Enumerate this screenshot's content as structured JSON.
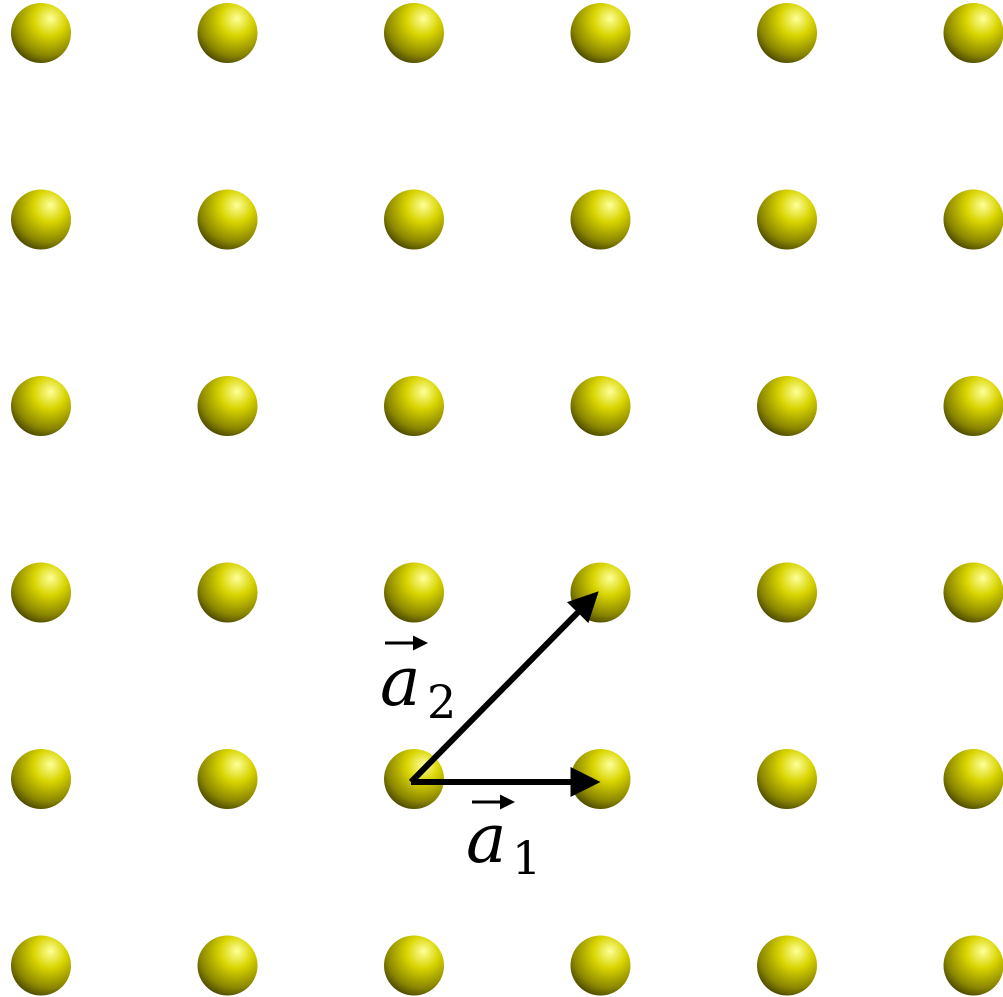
{
  "lattice": {
    "rows": 6,
    "cols": 6,
    "atom_color": "#d8d400",
    "atom_highlight": "#ffff9a",
    "atom_shadow": "#3c3a00"
  },
  "vectors": {
    "arrow_color": "#000000",
    "a1": {
      "symbol": "a",
      "subscript": "1",
      "from": [
        2,
        4
      ],
      "to": [
        3,
        4
      ]
    },
    "a2": {
      "symbol": "a",
      "subscript": "2",
      "from": [
        2,
        4
      ],
      "to": [
        3,
        3
      ]
    }
  }
}
